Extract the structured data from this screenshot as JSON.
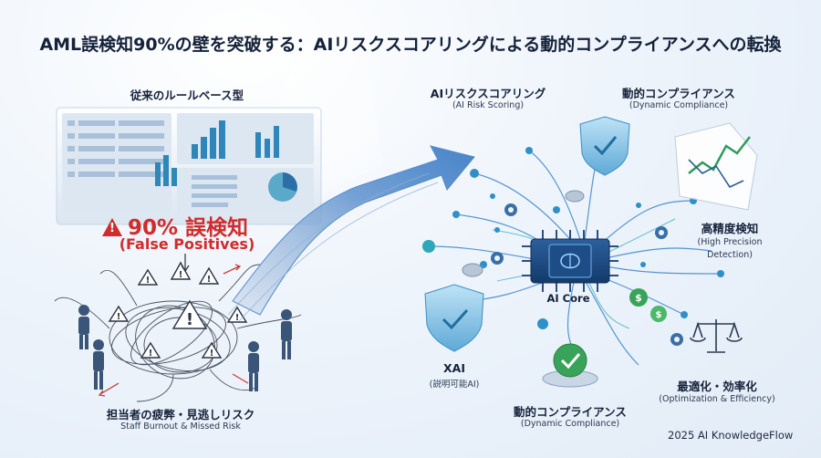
{
  "title": "AML誤検知90%の壁を突破する：AIリスクスコアリングによる動的コンプライアンスへの転換",
  "left": {
    "heading": "従来のルールベース型",
    "warning_main": "90% 誤検知",
    "warning_sub": "(False Positives)",
    "bottom_ja": "担当者の疲弊・見逃しリスク",
    "bottom_en": "Staff Burnout & Missed Risk"
  },
  "right": {
    "ai_scoring_ja": "AIリスクスコアリング",
    "ai_scoring_en": "(AI Risk Scoring)",
    "dyn_top_ja": "動的コンプライアンス",
    "dyn_top_en": "(Dynamic Compliance)",
    "detect_ja": "高精度検知",
    "detect_en_1": "(High Precision",
    "detect_en_2": "Detection)",
    "core": "AI Core",
    "xai": "XAI",
    "xai_ja": "(説明可能AI)",
    "dyn_bottom_ja": "動的コンプライアンス",
    "dyn_bottom_en": "(Dynamic Compliance)",
    "opt_ja": "最適化・効率化",
    "opt_en": "(Optimization & Efficiency)"
  },
  "footer": "2025 AI KnowledgeFlow",
  "colors": {
    "warning": "#d12b2b",
    "accent": "#2f7fc8",
    "teal": "#1e9aa8",
    "green": "#3aa35a"
  }
}
